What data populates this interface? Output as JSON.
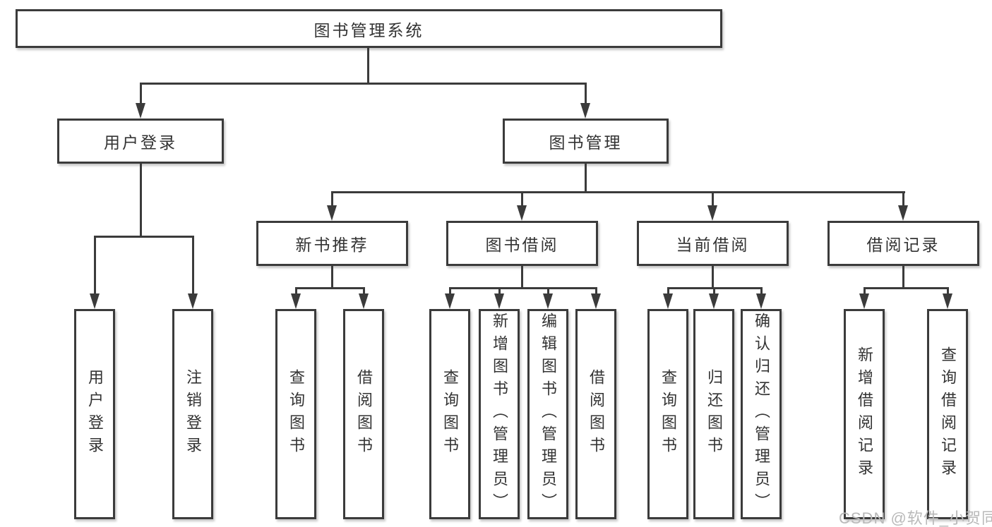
{
  "diagram": {
    "root": {
      "label": "图书管理系统"
    },
    "branches": [
      {
        "label": "用户登录",
        "children": [
          {
            "label": "用户登录"
          },
          {
            "label": "注销登录"
          }
        ]
      },
      {
        "label": "图书管理",
        "sections": [
          {
            "label": "新书推荐",
            "children": [
              {
                "label": "查询图书"
              },
              {
                "label": "借阅图书"
              }
            ]
          },
          {
            "label": "图书借阅",
            "children": [
              {
                "label": "查询图书"
              },
              {
                "label": "新增图书（管理员）"
              },
              {
                "label": "编辑图书（管理员）"
              },
              {
                "label": "借阅图书"
              }
            ]
          },
          {
            "label": "当前借阅",
            "children": [
              {
                "label": "查询图书"
              },
              {
                "label": "归还图书"
              },
              {
                "label": "确认归还（管理员）"
              }
            ]
          },
          {
            "label": "借阅记录",
            "children": [
              {
                "label": "新增借阅记录"
              },
              {
                "label": "查询借阅记录"
              }
            ]
          }
        ]
      }
    ]
  },
  "watermark": {
    "text": "CSDN @软件_小贺同学"
  },
  "colors": {
    "line": "#3b3b3b",
    "text": "#333333",
    "background": "#ffffff",
    "watermark": "#b9b9b9"
  }
}
